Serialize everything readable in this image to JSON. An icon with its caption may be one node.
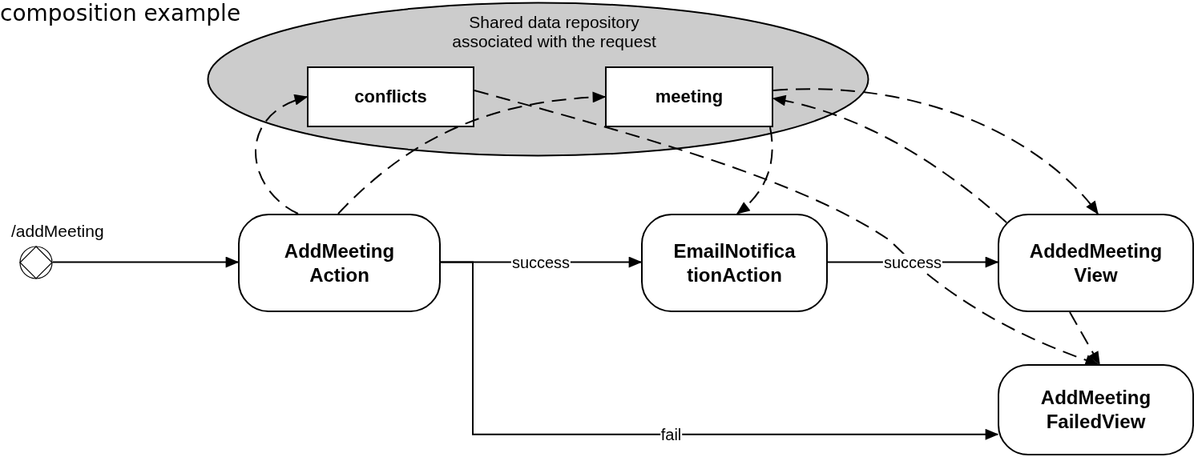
{
  "diagram": {
    "title": "composition example",
    "nodes": [
      {
        "text": [
          "Shared data repository associated with the request"
        ]
      },
      {
        "text": [
          "conflicts"
        ],
        "in": 0
      },
      {
        "text": [
          "meeting"
        ],
        "in": 0
      },
      {
        "text": [],
        "shape": "circle",
        "beside": [
          "/addMeeting"
        ]
      },
      {
        "text": [
          "AddMeeting Action"
        ]
      },
      {
        "text": [
          "EmailNotifica tionAction"
        ]
      },
      {
        "text": [
          "AddedMeeting View"
        ]
      },
      {
        "text": [
          "AddMeeting FailedView"
        ]
      }
    ],
    "edges": [
      {
        "from": 3,
        "to": 4,
        "arrow": "to"
      },
      {
        "from": 4,
        "to": 5,
        "arrow": "to",
        "label": "success"
      },
      {
        "from": 5,
        "to": 6,
        "arrow": "to",
        "label": "success"
      },
      {
        "from": 4,
        "to": 7,
        "arrow": "to",
        "label": "fail"
      },
      {
        "from": 4,
        "to": 1,
        "arrow": "to",
        "style": "dashed"
      },
      {
        "from": 4,
        "to": 2,
        "arrow": "to",
        "style": "dashed"
      },
      {
        "from": 2,
        "to": 5,
        "arrow": "to",
        "style": "dashed"
      },
      {
        "from": 2,
        "to": 6,
        "arrow": "to",
        "style": "dashed"
      },
      {
        "from": 6,
        "to": 2,
        "arrow": "to",
        "style": "dashed"
      },
      {
        "from": 1,
        "to": 7,
        "arrow": "to",
        "style": "dashed"
      },
      {
        "from": 6,
        "to": 7,
        "arrow": "to",
        "style": "dashed"
      }
    ]
  }
}
